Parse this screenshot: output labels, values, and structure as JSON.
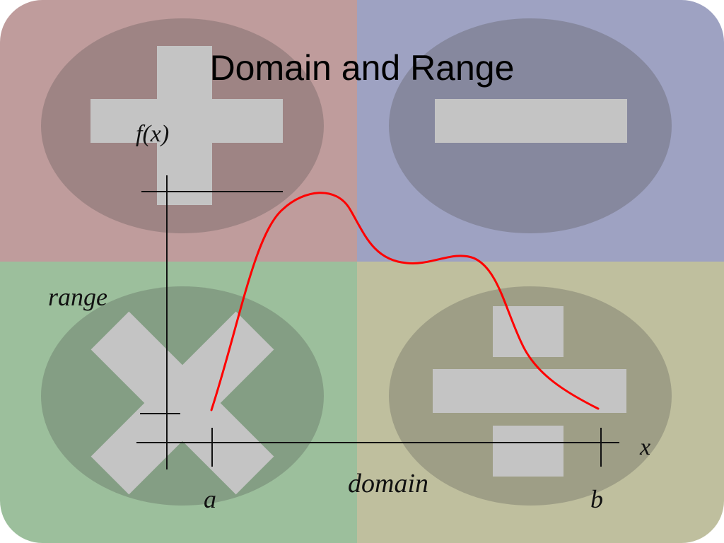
{
  "slide": {
    "title": "Domain and Range"
  },
  "background": {
    "quadrant_colors": {
      "top_left": "#bf9c9c",
      "top_right": "#9ea2c2",
      "bottom_left": "#9cbf9c",
      "bottom_right": "#bfbf9e"
    },
    "icons": [
      "plus-icon",
      "minus-icon",
      "times-icon",
      "divide-icon"
    ]
  },
  "diagram": {
    "y_axis_label": "f(x)",
    "x_axis_label": "x",
    "range_label": "range",
    "domain_label": "domain",
    "left_endpoint_label": "a",
    "right_endpoint_label": "b",
    "curve_color": "#ff0000"
  }
}
